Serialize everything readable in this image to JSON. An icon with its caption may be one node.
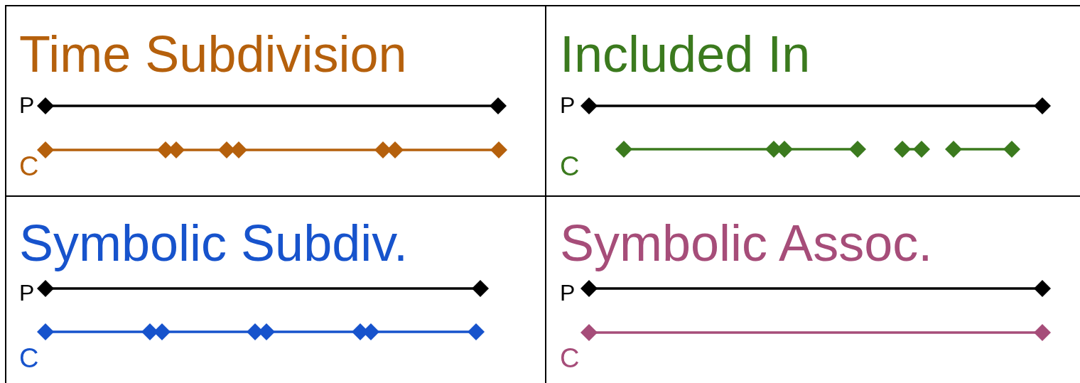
{
  "diagram": {
    "nodes": [
      {
        "text": [
          "Time Subdivision",
          "P",
          "C"
        ]
      },
      {
        "text": [
          "Included In",
          "P",
          "C"
        ]
      },
      {
        "text": [
          "Symbolic Subdiv.",
          "P",
          "C"
        ]
      },
      {
        "text": [
          "Symbolic Assoc.",
          "P",
          "C"
        ]
      }
    ]
  }
}
